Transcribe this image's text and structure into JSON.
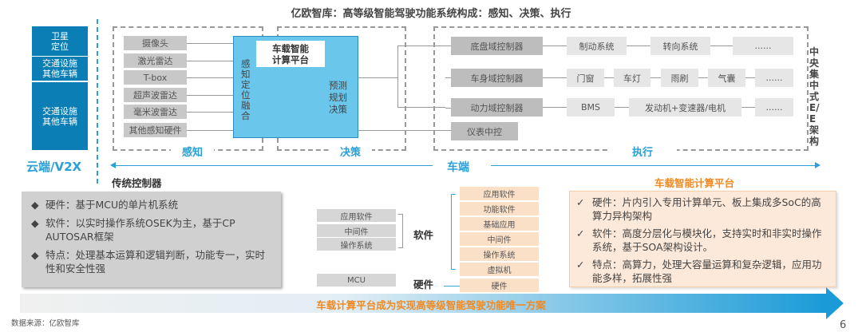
{
  "title": "亿欧智库：高等级智能驾驶功能系统构成：感知、决策、执行",
  "v2x": {
    "cells": [
      "卫星\n定位",
      "交通设施\n其他车辆",
      "交通设施\n其他车辆"
    ],
    "label": "云端/V2X"
  },
  "perception": {
    "label": "感知",
    "sensors": [
      "摄像头",
      "激光雷达",
      "T-box",
      "超声波雷达",
      "毫米波雷达",
      "其他感知硬件"
    ],
    "fusion": "感知定位融合"
  },
  "platform": {
    "title": "车载智能\n计算平台",
    "decision_text": "预测\n规划\n决策"
  },
  "decision": {
    "label": "决策"
  },
  "execution": {
    "label": "执行",
    "rows": [
      {
        "controller": "底盘域控制器",
        "items": [
          "制动系统",
          "转向系统",
          "......"
        ]
      },
      {
        "controller": "车身域控制器",
        "items": [
          "门窗",
          "车灯",
          "雨刷",
          "气囊",
          "......"
        ]
      },
      {
        "controller": "动力域控制器",
        "items": [
          "BMS",
          "发动机+变速器/电机",
          "......"
        ]
      },
      {
        "controller": "仪表中控",
        "items": []
      }
    ],
    "architecture": "中央集中式E/E架构"
  },
  "vehicle_label": "车端",
  "traditional": {
    "title": "传统控制器",
    "points": [
      "硬件：基于MCU的单片机系统",
      "软件：以实时操作系统OSEK为主，基于CP AUTOSAR框架",
      "特点：处理基本运算和逻辑判断，功能专一，实时性和安全性强"
    ]
  },
  "stack": {
    "left_software": [
      "应用软件",
      "中间件",
      "操作系统"
    ],
    "left_hardware": "MCU",
    "software_label": "软件",
    "hardware_label": "硬件",
    "right_software": [
      "应用软件",
      "功能软件",
      "基础应用",
      "中间件",
      "操作系统",
      "虚拟机"
    ],
    "right_hardware": "硬件"
  },
  "smart": {
    "title": "车载智能计算平台",
    "points": [
      "硬件：片内引入专用计算单元、板上集成多SoC的高算力异构架构",
      "软件：高度分层化与模块化，支持实时和非实时操作系统，基于SOA架构设计。",
      "特点：高算力，处理大容量运算和复杂逻辑，应用功能多样，拓展性强"
    ]
  },
  "banner": "车载计算平台成为实现高等级智能驾驶功能唯一方案",
  "source": "数据来源：亿欧智库",
  "page": "6"
}
